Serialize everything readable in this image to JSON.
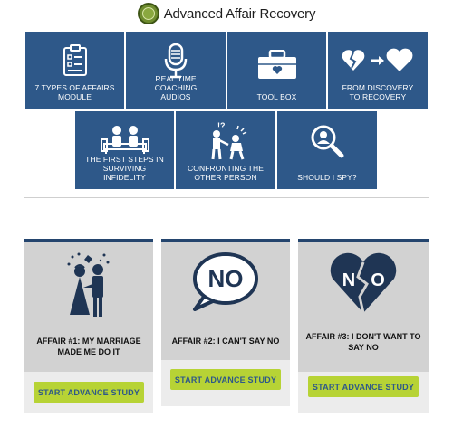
{
  "header": {
    "brand": "Advanced Affair Recovery"
  },
  "tiles": [
    {
      "label": "7 TYPES OF AFFAIRS MODULE",
      "icon": "clipboard-list-icon"
    },
    {
      "label": "REAL TIME COACHING AUDIOS",
      "icon": "microphone-icon"
    },
    {
      "label": "TOOL BOX",
      "icon": "toolbox-icon"
    },
    {
      "label": "FROM DISCOVERY TO RECOVERY",
      "icon": "broken-heart-to-heart-icon"
    },
    {
      "label": "THE FIRST STEPS IN SURVIVING INFIDELITY",
      "icon": "couple-on-couch-icon"
    },
    {
      "label": "CONFRONTING THE OTHER PERSON",
      "icon": "confrontation-icon"
    },
    {
      "label": "SHOULD I SPY?",
      "icon": "magnifier-person-icon"
    }
  ],
  "cards": [
    {
      "title": "AFFAIR #1: MY MARRIAGE MADE ME DO IT",
      "button": "START ADVANCE STUDY",
      "icon": "bride-groom-icon"
    },
    {
      "title": "AFFAIR #2: I CAN'T SAY NO",
      "button": "START ADVANCE STUDY",
      "icon": "no-speech-bubble-icon",
      "bubble_text": "NO"
    },
    {
      "title": "AFFAIR #3: I DON'T WANT TO SAY NO",
      "button": "START ADVANCE STUDY",
      "icon": "broken-heart-no-icon",
      "heart_text": "NO"
    }
  ],
  "colors": {
    "tile_blue": "#2e5889",
    "card_border": "#24456e",
    "button_green": "#b7d335"
  }
}
